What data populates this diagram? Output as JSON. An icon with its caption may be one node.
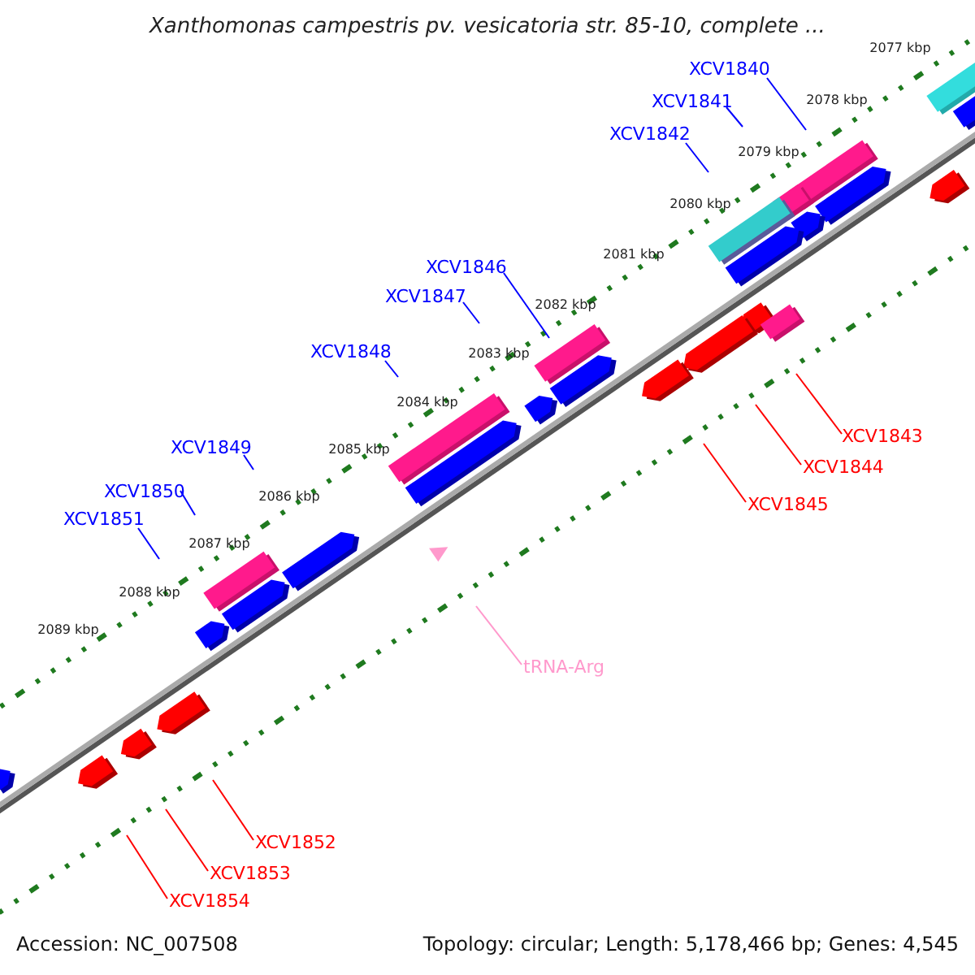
{
  "diagram": {
    "title": "Xanthomonas campestris pv. vesicatoria str. 85-10, complete ...",
    "nodes": [
      {
        "text": [
          "XCV1840"
        ]
      },
      {
        "text": [
          "XCV1841"
        ]
      },
      {
        "text": [
          "XCV1842"
        ]
      },
      {
        "text": [
          "XCV1846"
        ]
      },
      {
        "text": [
          "XCV1847"
        ]
      },
      {
        "text": [
          "XCV1848"
        ]
      },
      {
        "text": [
          "XCV1843"
        ]
      },
      {
        "text": [
          "XCV1844"
        ]
      },
      {
        "text": [
          "XCV1849"
        ]
      },
      {
        "text": [
          "XCV1850"
        ]
      },
      {
        "text": [
          "XCV1845"
        ]
      },
      {
        "text": [
          "XCV1851"
        ]
      },
      {
        "text": [
          "tRNA-Arg"
        ]
      },
      {
        "text": [
          "XCV1852"
        ]
      },
      {
        "text": [
          "XCV1853"
        ]
      },
      {
        "text": [
          "XCV1854"
        ]
      }
    ],
    "edges": [
      {
        "from": 0,
        "to": null,
        "arrow": "none"
      },
      {
        "from": 1,
        "to": null,
        "arrow": "none"
      },
      {
        "from": 2,
        "to": null,
        "arrow": "none"
      },
      {
        "from": 3,
        "to": null,
        "arrow": "none"
      },
      {
        "from": 4,
        "to": null,
        "arrow": "none"
      },
      {
        "from": 5,
        "to": null,
        "arrow": "none"
      },
      {
        "from": 6,
        "to": null,
        "arrow": "none",
        "color": "#ff0000"
      },
      {
        "from": 7,
        "to": null,
        "arrow": "none",
        "color": "#ff0000"
      },
      {
        "from": 8,
        "to": null,
        "arrow": "none"
      },
      {
        "from": 9,
        "to": null,
        "arrow": "none"
      },
      {
        "from": 10,
        "to": null,
        "arrow": "none",
        "color": "#ff0000"
      },
      {
        "from": 11,
        "to": null,
        "arrow": "none"
      },
      {
        "from": 12,
        "to": null,
        "arrow": "none",
        "color": "#ff99cc"
      },
      {
        "from": 13,
        "to": null,
        "arrow": "none",
        "color": "#ff0000"
      },
      {
        "from": 14,
        "to": null,
        "arrow": "none",
        "color": "#ff0000"
      },
      {
        "from": 15,
        "to": null,
        "arrow": "none",
        "color": "#ff0000"
      }
    ],
    "labels": [
      "2077 kbp",
      "2078 kbp",
      "2079 kbp",
      "2080 kbp",
      "2081 kbp",
      "2082 kbp",
      "2083 kbp",
      "2084 kbp",
      "2085 kbp",
      "2086 kbp",
      "2087 kbp",
      "2088 kbp",
      "2089 kbp",
      "Accession: NC_007508",
      "Topology: circular; Length: 5,178,466 bp; Genes: 4,545"
    ]
  }
}
